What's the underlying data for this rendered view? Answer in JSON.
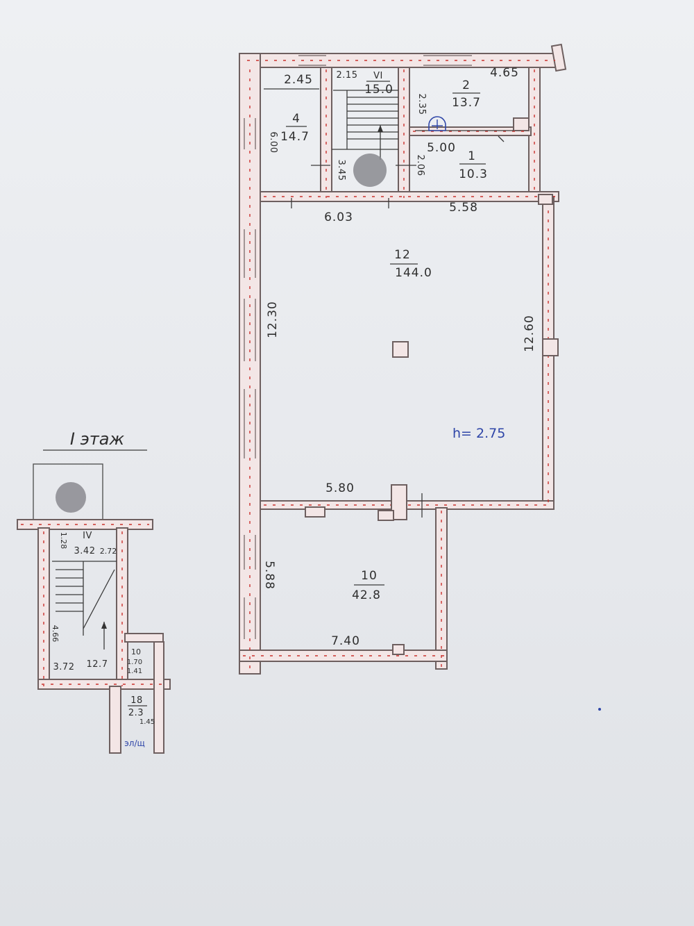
{
  "floor_label": "I этаж",
  "ceiling_height": "h= 2.75",
  "rooms": [
    {
      "id": "room-1",
      "number": "1",
      "area": "10.3"
    },
    {
      "id": "room-2",
      "number": "2",
      "area": "13.7"
    },
    {
      "id": "room-4",
      "number": "4",
      "area": "14.7"
    },
    {
      "id": "room-vi",
      "number": "VI",
      "area": "15.0"
    },
    {
      "id": "room-12",
      "number": "12",
      "area": "144.0"
    },
    {
      "id": "room-10",
      "number": "10",
      "area": "42.8"
    }
  ],
  "dimensions": {
    "d_2_45": "2.45",
    "d_2_15": "2.15",
    "d_4_65": "4.65",
    "d_2_35": "2.35",
    "d_6_00": "6.00",
    "d_3_45": "3.45",
    "d_2_06": "2.06",
    "d_5_00": "5.00",
    "d_6_03": "6.03",
    "d_5_58": "5.58",
    "d_12_30": "12.30",
    "d_12_60": "12.60",
    "d_5_80": "5.80",
    "d_5_88": "5.88",
    "d_7_40": "7.40"
  },
  "inset": {
    "stair_number": "IV",
    "stair_area": "3.42",
    "d_1_28": "1.28",
    "d_2_72": "2.72",
    "d_4_66": "4.66",
    "d_3_72": "3.72",
    "d_12_7": "12.7",
    "d_10": "10",
    "d_1_70": "1.70",
    "d_1_41": "1.41",
    "room_18": "18",
    "area_18": "2.3",
    "d_1_45": "1.45",
    "stamp": "эл/щ"
  }
}
